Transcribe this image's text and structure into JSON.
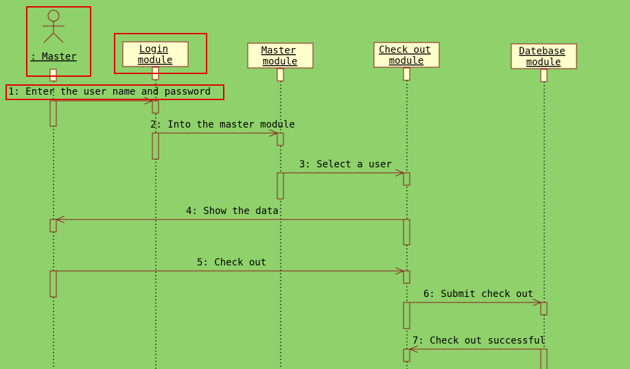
{
  "diagram": {
    "colors": {
      "background": "#8fd16b",
      "line": "#8b1a1a",
      "box_fill": "#ffffcc",
      "highlight": "#e00000"
    },
    "actor": {
      "name": ": Master",
      "icon": "stick-figure-icon"
    },
    "objects": [
      {
        "id": "login",
        "lines": [
          "Login",
          "module"
        ]
      },
      {
        "id": "master",
        "lines": [
          "Master",
          "module"
        ]
      },
      {
        "id": "checkout",
        "lines": [
          "Check out",
          "module"
        ]
      },
      {
        "id": "database",
        "lines": [
          "Datebase",
          "module"
        ]
      }
    ],
    "messages": [
      {
        "from": "actor",
        "to": "login",
        "label": "1: Enter the user name and password"
      },
      {
        "from": "login",
        "to": "master",
        "label": "2: Into the master module"
      },
      {
        "from": "master",
        "to": "checkout",
        "label": "3: Select a user"
      },
      {
        "from": "checkout",
        "to": "actor",
        "label": "4: Show the data"
      },
      {
        "from": "actor",
        "to": "checkout",
        "label": "5: Check out"
      },
      {
        "from": "checkout",
        "to": "database",
        "label": "6: Submit check out"
      },
      {
        "from": "database",
        "to": "checkout",
        "label": "7: Check out successful"
      }
    ]
  }
}
